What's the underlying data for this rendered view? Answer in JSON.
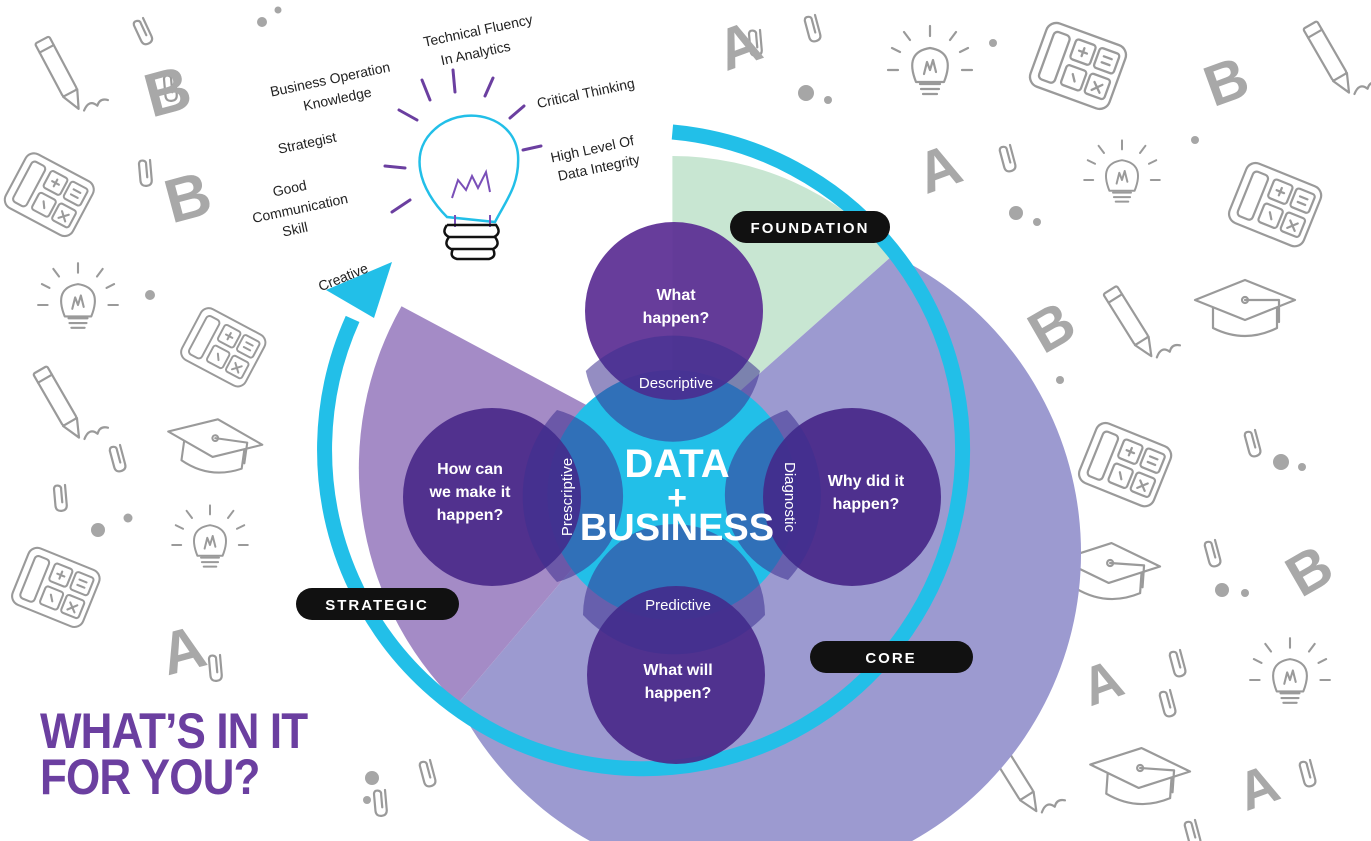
{
  "title": {
    "line1": "WHAT’S IN IT",
    "line2": "FOR YOU?"
  },
  "center": {
    "line1": "DATA",
    "line2": "+",
    "line3": "BUSINESS"
  },
  "circles": {
    "top": {
      "line1": "What",
      "line2": "happen?",
      "tag": "Descriptive"
    },
    "right": {
      "line1": "Why did it",
      "line2": "happen?",
      "tag": "Diagnostic"
    },
    "bottom": {
      "line1": "What will",
      "line2": "happen?",
      "tag": "Predictive"
    },
    "left": {
      "line1": "How can",
      "line2": "we make it",
      "line3": "happen?",
      "tag": "Prescriptive"
    }
  },
  "pills": {
    "foundation": "FOUNDATION",
    "core": "CORE",
    "strategic": "STRATEGIC"
  },
  "skills": {
    "business_1": "Business Operation",
    "business_2": "Knowledge",
    "technical_1": "Technical Fluency",
    "technical_2": "In Analytics",
    "critical": "Critical Thinking",
    "integrity_1": "High Level Of",
    "integrity_2": "Data Integrity",
    "strategist": "Strategist",
    "good_1": "Good",
    "good_2": "Communication",
    "good_3": "Skill",
    "creative": "Creative"
  },
  "doodle_letters": [
    "A",
    "B"
  ],
  "colors": {
    "purple_title": "#6b3fa0",
    "dark_purple": "#4a2a8a",
    "cyan": "#22bfe8",
    "lavender": "#9c9ad0",
    "light_purple": "#a48bc6",
    "mint": "#c8e6d2",
    "pill_black": "#111111",
    "doodle_gray": "#9a9a9a"
  }
}
